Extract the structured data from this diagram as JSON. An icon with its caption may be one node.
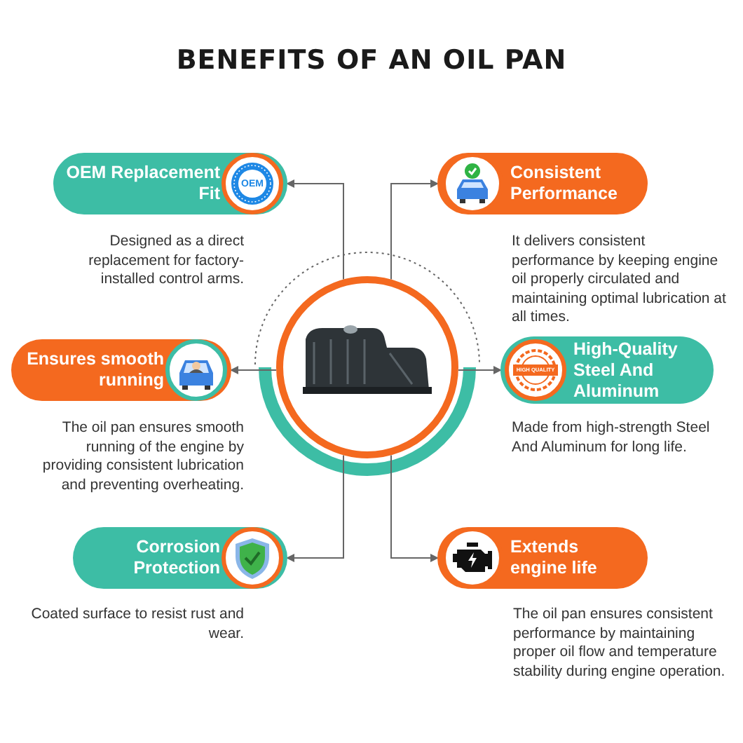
{
  "diagram": {
    "title": "BENEFITS OF AN OIL PAN",
    "nodes": [
      {
        "text": [],
        "shape": "picture"
      },
      {
        "text": [
          "OEM Replacement Fit"
        ],
        "beside": [
          "Designed as a direct replacement for factory-installed control arms."
        ]
      },
      {
        "text": [
          "Consistent Performance"
        ],
        "beside": [
          "It delivers consistent performance by keeping engine oil properly circulated and maintaining optimal lubrication at all times."
        ]
      },
      {
        "text": [
          "Ensures smooth running"
        ],
        "beside": [
          "The oil pan ensures smooth running of the engine by providing consistent lubrication and preventing overheating."
        ]
      },
      {
        "text": [
          "High-Quality Steel And Aluminum"
        ],
        "beside": [
          "Made from high-strength Steel And Aluminum for long life."
        ]
      },
      {
        "text": [
          "Corrosion Protection"
        ],
        "beside": [
          "Coated surface to resist rust and wear."
        ]
      },
      {
        "text": [
          "Extends engine life"
        ],
        "beside": [
          "The oil pan ensures consistent performance by maintaining proper oil flow and temperature stability during engine operation."
        ]
      }
    ],
    "edges": [
      {
        "from": 0,
        "to": 1,
        "arrow": "to"
      },
      {
        "from": 0,
        "to": 2,
        "arrow": "to"
      },
      {
        "from": 0,
        "to": 3,
        "arrow": "to"
      },
      {
        "from": 0,
        "to": 4,
        "arrow": "to"
      },
      {
        "from": 0,
        "to": 5,
        "arrow": "to"
      },
      {
        "from": 0,
        "to": 6,
        "arrow": "to"
      }
    ],
    "labels": [
      "OEM",
      "HIGH QUALITY"
    ]
  }
}
